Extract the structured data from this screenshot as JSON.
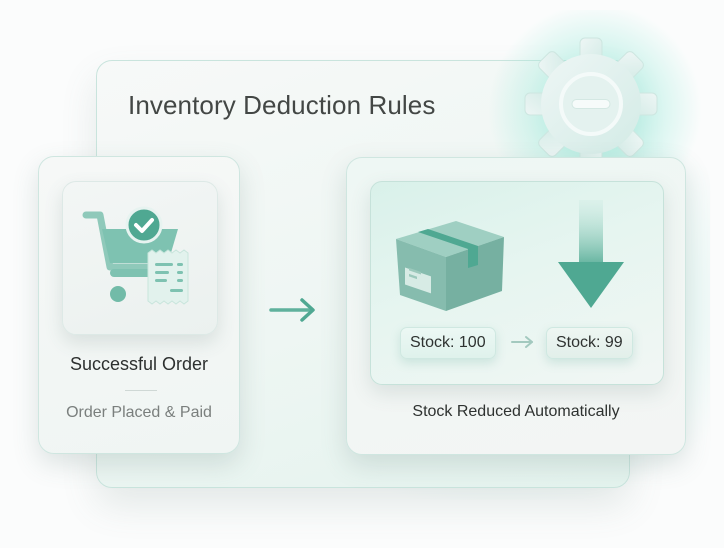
{
  "title": "Inventory Deduction Rules",
  "colors": {
    "accent": "#4fa892",
    "accent_dark": "#3f9a84",
    "glow": "#8fe6d4",
    "text_primary": "#2d302f",
    "text_secondary": "#7a7f7d"
  },
  "icons": {
    "gear": "gear-minus-icon",
    "cart": "shopping-cart-check-icon",
    "receipt": "receipt-icon",
    "flow_arrow": "arrow-right-icon",
    "box": "package-box-icon",
    "down_arrow": "arrow-down-icon",
    "mini_arrow": "arrow-right-icon"
  },
  "order_card": {
    "title": "Successful Order",
    "subtitle": "Order Placed & Paid"
  },
  "stock_card": {
    "stock_before": "Stock: 100",
    "stock_after": "Stock: 99",
    "caption": "Stock Reduced Automatically"
  }
}
